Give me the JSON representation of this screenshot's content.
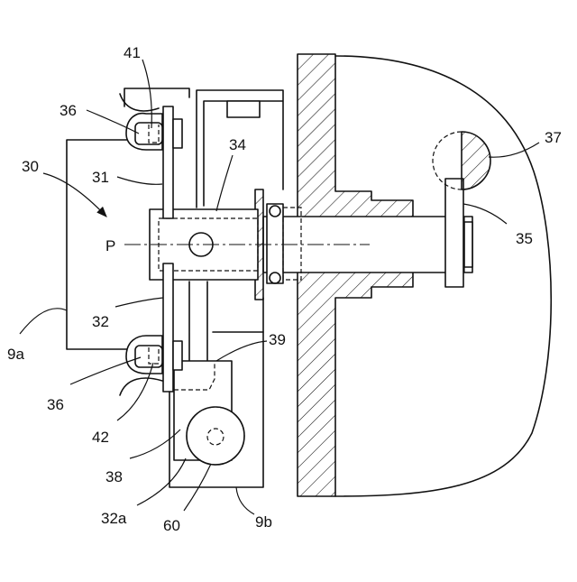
{
  "figure": {
    "labels": {
      "l41": "41",
      "l36a": "36",
      "l30": "30",
      "l31": "31",
      "l34": "34",
      "l37": "37",
      "lP": "P",
      "l35": "35",
      "l32": "32",
      "l9a": "9a",
      "l39": "39",
      "l36b": "36",
      "l42": "42",
      "l38": "38",
      "l32a": "32a",
      "l60": "60",
      "l9b": "9b"
    }
  }
}
